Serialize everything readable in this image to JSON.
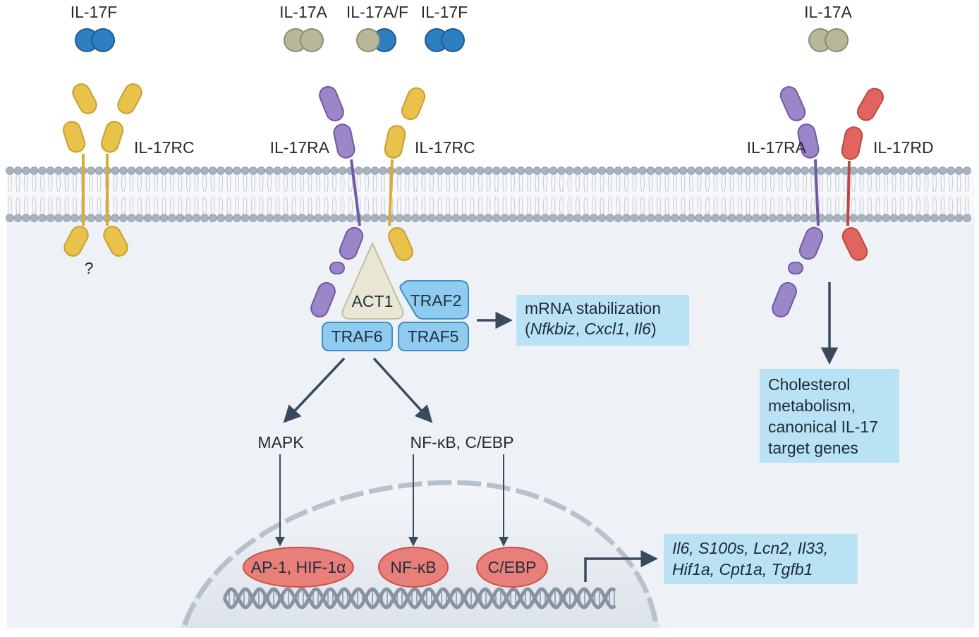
{
  "ligands": {
    "left_il17f": "IL-17F",
    "mid_il17a": "IL-17A",
    "mid_il17af": "IL-17A/F",
    "mid_il17f": "IL-17F",
    "right_il17a": "IL-17A"
  },
  "receptors": {
    "left_il17rc": "IL-17RC",
    "left_question": "?",
    "mid_il17ra": "IL-17RA",
    "mid_il17rc": "IL-17RC",
    "right_il17ra": "IL-17RA",
    "right_il17rd": "IL-17RD"
  },
  "adaptors": {
    "act1": "ACT1",
    "traf2": "TRAF2",
    "traf6": "TRAF6",
    "traf5": "TRAF5"
  },
  "mrna_box": {
    "line1": "mRNA stabilization",
    "open_paren": "(",
    "g1": "Nfkbiz",
    "sep1": ", ",
    "g2": "Cxcl1",
    "sep2": ", ",
    "g3": "Il6",
    "close_paren": ")"
  },
  "pathways": {
    "mapk": "MAPK",
    "nfkb_cebp": "NF-κB, C/EBP"
  },
  "transcription_factors": {
    "ap1_hif": "AP-1, HIF-1α",
    "nfkb": "NF-κB",
    "cebp": "C/EBP"
  },
  "target_genes_box": {
    "line1": "Il6, S100s, Lcn2, Il33,",
    "line2": "Hif1a, Cpt1a, Tgfb1"
  },
  "cholesterol_box": {
    "line1": "Cholesterol",
    "line2": "metabolism,",
    "line3": "canonical IL-17",
    "line4": "target genes"
  },
  "colors": {
    "il17a_ligand": "#b9b79a",
    "il17f_ligand": "#2d7fc1",
    "il17rc": "#e9c24c",
    "il17ra": "#9b86c9",
    "il17rd": "#e2645e",
    "traf": "#8ecbee",
    "act1": "#e9e6d4",
    "tf": "#e87f78",
    "info_box": "#b9e3f5",
    "arrow": "#3a4a5e",
    "membrane_head": "#a8b3c0"
  }
}
